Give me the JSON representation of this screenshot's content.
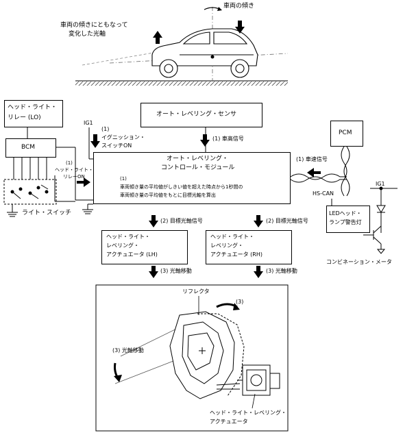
{
  "car": {
    "tilt_label": "車両の傾き",
    "axis_label_line1": "車両の傾きにともなって",
    "axis_label_line2": "変化した光軸"
  },
  "boxes": {
    "relay_line1": "ヘッド・ライト・",
    "relay_line2": "リレー (LO)",
    "bcm": "BCM",
    "sensor": "オート・レベリング・センサ",
    "pcm": "PCM",
    "module_line1": "オート・レベリング・",
    "module_line2": "コントロール・モジュール",
    "module_note_num": "(1)",
    "module_note_line1": "車両傾き量の平均値がしきい値を超えた時点から1秒間の",
    "module_note_line2": "車両傾き量の平均値をもとに目標光軸を算出",
    "act_lh_line1": "ヘッド・ライト・",
    "act_lh_line2": "レベリング・",
    "act_lh_line3": "アクチュエータ (LH)",
    "act_rh_line1": "ヘッド・ライト・",
    "act_rh_line2": "レベリング・",
    "act_rh_line3": "アクチュエータ (RH)"
  },
  "labels": {
    "light_switch": "ライト・スイッチ",
    "ig1_left": "IG1",
    "ig1_right": "IG1",
    "ignition_num": "(1)",
    "ignition_line1": "イグニッション・",
    "ignition_line2": "スイッチON",
    "height_signal": "(1) 車高信号",
    "speed_signal": "(1) 車速信号",
    "hs_can": "HS-CAN",
    "relay_on_num": "(1)",
    "relay_on_line1": "ヘッド・ライト・",
    "relay_on_line2": "リレーON",
    "target_signal_left": "(2) 目標光軸信号",
    "target_signal_right": "(2) 目標光軸信号",
    "led_line1": "LEDヘッド・",
    "led_line2": "ランプ警告灯",
    "combination_meter": "コンビネーション・メータ",
    "axis_move_left": "(3) 光軸移動",
    "axis_move_right": "(3) 光軸移動"
  },
  "detail": {
    "reflector": "リフレクタ",
    "rotation_num": "(3)",
    "axis_move": "(3) 光軸移動",
    "actuator_line1": "ヘッド・ライト・レベリング・",
    "actuator_line2": "アクチュエータ"
  }
}
